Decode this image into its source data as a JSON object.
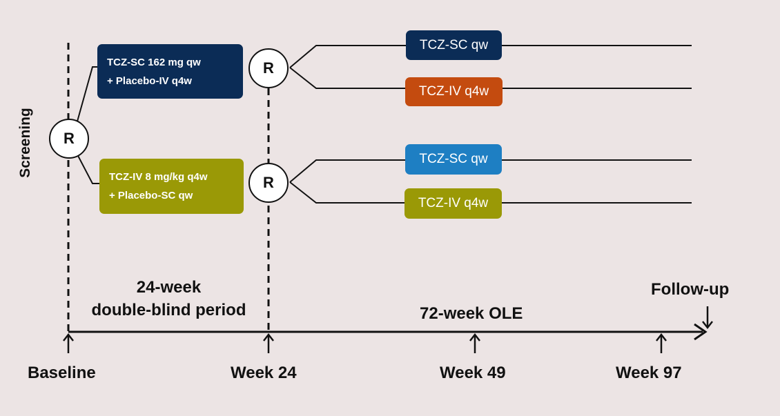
{
  "screening": "Screening",
  "randomization_symbol": "R",
  "arm_sc": {
    "line1": "TCZ-SC 162 mg qw",
    "line2": "+ Placebo-IV q4w",
    "color": "#0b2c56"
  },
  "arm_iv": {
    "line1": "TCZ-IV 8 mg/kg q4w",
    "line2": "+ Placebo-SC qw",
    "color": "#9a9906"
  },
  "ole_arms": [
    {
      "label": "TCZ-SC qw",
      "color": "#0b2c56"
    },
    {
      "label": "TCZ-IV q4w",
      "color": "#c44b0f"
    },
    {
      "label": "TCZ-SC qw",
      "color": "#1e7fc3"
    },
    {
      "label": "TCZ-IV q4w",
      "color": "#9a9906"
    }
  ],
  "periods": {
    "db_line1": "24-week",
    "db_line2": "double-blind period",
    "ole": "72-week OLE",
    "followup": "Follow-up"
  },
  "timepoints": [
    "Baseline",
    "Week 24",
    "Week 49",
    "Week 97"
  ]
}
